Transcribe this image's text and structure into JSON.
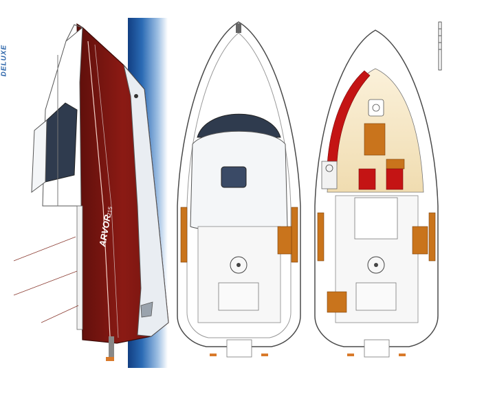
{
  "edition_label": "DELUXE",
  "brand_mark": "ARVOR",
  "model_badge": "215",
  "colors": {
    "hull": "#8b1a14",
    "hull_dark": "#5e0f0b",
    "water": "#1f5ea8",
    "deck_white": "#ffffff",
    "outline": "#4a4a4a",
    "teak": "#c9741c",
    "cabin_floor": "#f6e6c2",
    "cushion_red": "#c41414",
    "glass": "#2f3b4e"
  },
  "views": [
    {
      "id": "side-profile",
      "name": "side profile view"
    },
    {
      "id": "deck-plan",
      "name": "deck plan view"
    },
    {
      "id": "cabin-plan",
      "name": "cabin plan view"
    }
  ],
  "icons": [
    "scale-bar-icon",
    "anchor-icon",
    "helm-icon"
  ]
}
